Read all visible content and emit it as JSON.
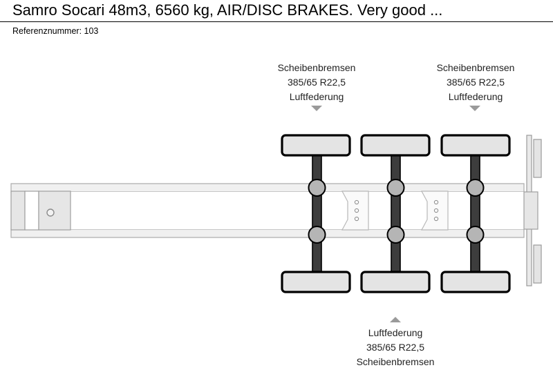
{
  "header": {
    "title": "Samro Socari 48m3, 6560 kg, AIR/DISC BRAKES. Very good ...",
    "reference_label": "Referenznummer: 103"
  },
  "annotations": {
    "top_left": {
      "line1": "Scheibenbremsen",
      "line2": "385/65 R22,5",
      "line3": "Luftfederung",
      "arrow": "arrow-down-icon"
    },
    "top_right": {
      "line1": "Scheibenbremsen",
      "line2": "385/65 R22,5",
      "line3": "Luftfederung",
      "arrow": "arrow-down-icon"
    },
    "bottom_center": {
      "line1": "Luftfederung",
      "line2": "385/65 R22,5",
      "line3": "Scheibenbremsen",
      "arrow": "arrow-up-icon"
    }
  },
  "diagram": {
    "type": "semi-trailer-top-view",
    "axle_count": 3,
    "wheels_per_axle": 2,
    "colors": {
      "wheel_fill": "#e4e4e4",
      "wheel_stroke": "#000000",
      "axle_bar": "#3d3d3d",
      "hub_fill": "#b5b5b5",
      "rail_fill": "#f0f0f0",
      "rail_stroke": "#aaaaaa",
      "plate_fill": "#e6e6e6",
      "background": "#ffffff"
    },
    "parts": {
      "kingpin_plate": "kingpin-plate",
      "chassis_rails": "chassis-rails",
      "spring_hangers": "spring-hanger-brackets",
      "rear_bumper": "rear-underrun-bumper"
    }
  }
}
